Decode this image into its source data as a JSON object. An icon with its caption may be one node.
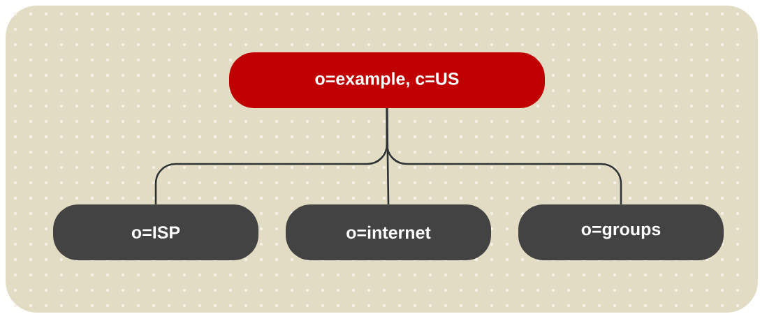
{
  "diagram": {
    "nodes": [
      {
        "text": [
          "o=example, c=US"
        ]
      },
      {
        "text": [
          "o=ISP"
        ]
      },
      {
        "text": [
          "o=internet"
        ]
      },
      {
        "text": [
          "o=groups"
        ]
      }
    ],
    "edges": [
      {
        "from": 0,
        "to": 1,
        "arrow": "none"
      },
      {
        "from": 0,
        "to": 2,
        "arrow": "none"
      },
      {
        "from": 0,
        "to": 3,
        "arrow": "none"
      }
    ]
  }
}
